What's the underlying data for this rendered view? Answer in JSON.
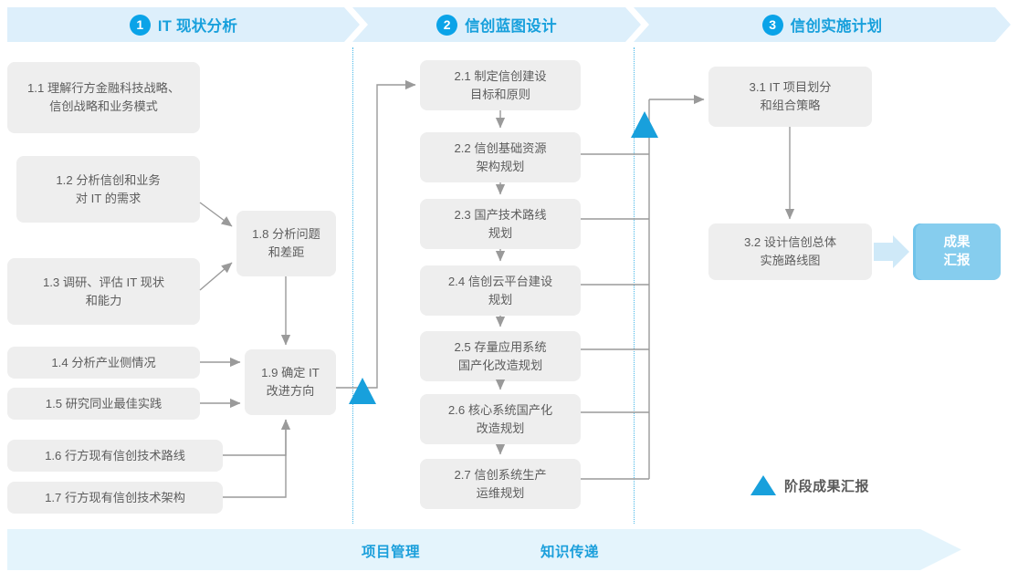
{
  "header": {
    "phases": [
      {
        "num": "1",
        "label": "IT 现状分析"
      },
      {
        "num": "2",
        "label": "信创蓝图设计"
      },
      {
        "num": "3",
        "label": "信创实施计划"
      }
    ]
  },
  "phase1_boxes": [
    {
      "id": "1.1",
      "text": "1.1 理解行方金融科技战略、\n信创战略和业务模式"
    },
    {
      "id": "1.2",
      "text": "1.2 分析信创和业务\n对 IT 的需求"
    },
    {
      "id": "1.3",
      "text": "1.3 调研、评估 IT 现状\n和能力"
    },
    {
      "id": "1.4",
      "text": "1.4 分析产业侧情况"
    },
    {
      "id": "1.5",
      "text": "1.5 研究同业最佳实践"
    },
    {
      "id": "1.6",
      "text": "1.6 行方现有信创技术路线"
    },
    {
      "id": "1.7",
      "text": "1.7 行方现有信创技术架构"
    },
    {
      "id": "1.8",
      "text": "1.8 分析问题\n和差距"
    },
    {
      "id": "1.9",
      "text": "1.9 确定 IT\n改进方向"
    }
  ],
  "phase2_boxes": [
    {
      "id": "2.1",
      "text": "2.1 制定信创建设\n目标和原则"
    },
    {
      "id": "2.2",
      "text": "2.2 信创基础资源\n架构规划"
    },
    {
      "id": "2.3",
      "text": "2.3 国产技术路线\n规划"
    },
    {
      "id": "2.4",
      "text": "2.4 信创云平台建设\n规划"
    },
    {
      "id": "2.5",
      "text": "2.5 存量应用系统\n国产化改造规划"
    },
    {
      "id": "2.6",
      "text": "2.6 核心系统国产化\n改造规划"
    },
    {
      "id": "2.7",
      "text": "2.7 信创系统生产\n运维规划"
    }
  ],
  "phase3_boxes": [
    {
      "id": "3.1",
      "text": "3.1 IT 项目划分\n和组合策略"
    },
    {
      "id": "3.2",
      "text": "3.2 设计信创总体\n实施路线图"
    }
  ],
  "result": {
    "text": "成果\n汇报"
  },
  "legend": {
    "text": "阶段成果汇报",
    "marker": "triangle-marker"
  },
  "bottom": {
    "labels": [
      "项目管理",
      "知识传递"
    ]
  },
  "colors": {
    "accent_blue": "#18a0dc",
    "band_blue": "#ddeffb",
    "bottom_band": "#e4f4fc",
    "box_gray": "#eeeeee",
    "text_gray": "#5d5d5d",
    "result_blue": "#86cdee",
    "connector_gray": "#9a9a9a"
  }
}
